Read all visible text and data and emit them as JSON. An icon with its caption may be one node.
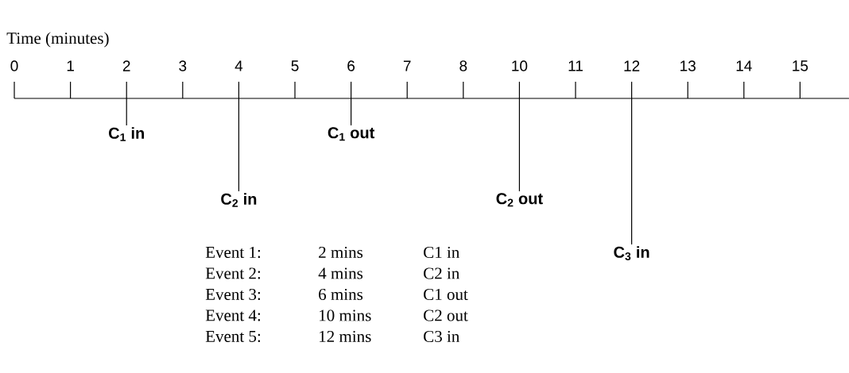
{
  "diagram": {
    "nodes": [
      {
        "text": [
          "C$_{1}$ in"
        ]
      },
      {
        "text": [
          "C$_{2}$ in"
        ]
      },
      {
        "text": [
          "C$_{1}$ out"
        ]
      },
      {
        "text": [
          "C$_{2}$ out"
        ]
      },
      {
        "text": [
          "C$_{3}$ in"
        ]
      }
    ],
    "edges": [
      {
        "from": 0,
        "to": null,
        "arrow": "none"
      },
      {
        "from": 1,
        "to": null,
        "arrow": "none"
      },
      {
        "from": 2,
        "to": null,
        "arrow": "none"
      },
      {
        "from": 3,
        "to": null,
        "arrow": "none"
      },
      {
        "from": 4,
        "to": null,
        "arrow": "none"
      }
    ],
    "labels": [
      "Time (minutes)",
      "0",
      "1",
      "2",
      "3",
      "4",
      "5",
      "6",
      "7",
      "8",
      "10",
      "11",
      "12",
      "13",
      "14",
      "15",
      "Event 1:",
      "2 mins",
      "C1 in",
      "Event 2:",
      "4 mins",
      "C2 in",
      "Event 3:",
      "6 mins",
      "C1 out",
      "Event 4:",
      "10 mins",
      "C2 out",
      "Event 5:",
      "12 mins",
      "C3 in"
    ]
  }
}
